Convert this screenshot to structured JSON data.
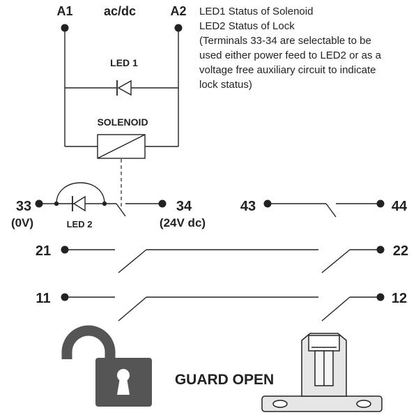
{
  "supply": {
    "a1": "A1",
    "type": "ac/dc",
    "a2": "A2"
  },
  "legend": {
    "led1": "LED1 Status of Solenoid",
    "led2": "LED2 Status of Lock",
    "note_lines": [
      "(Terminals 33-34 are selectable to be",
      "used either power feed to LED2 or as a",
      "voltage free auxiliary circuit to indicate",
      "lock status)"
    ]
  },
  "components": {
    "led1": "LED 1",
    "solenoid": "SOLENOID",
    "led2": "LED 2"
  },
  "terminals": {
    "t33": "33",
    "t33_sub": "(0V)",
    "t34": "34",
    "t34_sub": "(24V dc)",
    "t43": "43",
    "t44": "44",
    "t21": "21",
    "t22": "22",
    "t11": "11",
    "t12": "12"
  },
  "status": {
    "label": "GUARD OPEN"
  },
  "icons": {
    "lock": "open-padlock-icon",
    "actuator": "guard-actuator-icon"
  },
  "colors": {
    "line": "#222222",
    "icon": "#555555",
    "actuator_fill": "#e6e6e6"
  }
}
